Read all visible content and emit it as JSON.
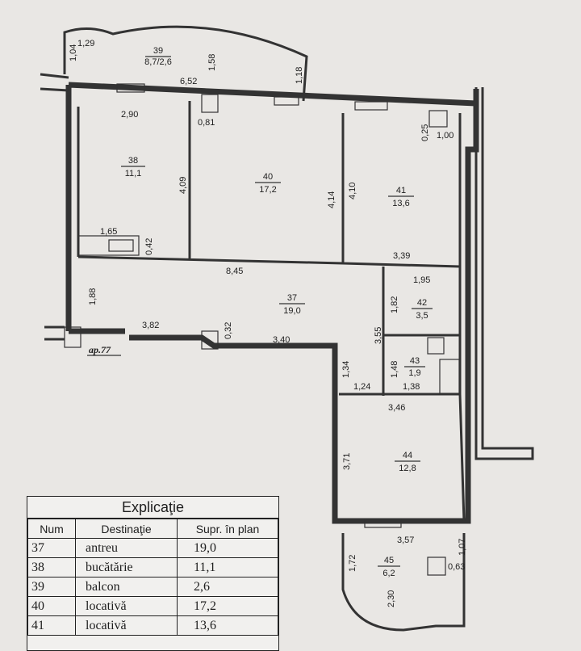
{
  "apartment_label": "ap.77",
  "rooms": [
    {
      "num": "39",
      "area": "8,7/2,6"
    },
    {
      "num": "38",
      "area": "11,1"
    },
    {
      "num": "40",
      "area": "17,2"
    },
    {
      "num": "41",
      "area": "13,6"
    },
    {
      "num": "37",
      "area": "19,0"
    },
    {
      "num": "42",
      "area": "3,5"
    },
    {
      "num": "43",
      "area": "1,9"
    },
    {
      "num": "44",
      "area": "12,8"
    },
    {
      "num": "45",
      "area": "6,2"
    }
  ],
  "dimensions": [
    "1,29",
    "1,04",
    "1,58",
    "1,18",
    "6,52",
    "2,90",
    "0,81",
    "0,25",
    "1,00",
    "4,09",
    "4,14",
    "4,10",
    "1,65",
    "0,42",
    "8,45",
    "3,39",
    "1,88",
    "1,95",
    "1,82",
    "3,82",
    "0,32",
    "3,40",
    "3,55",
    "1,34",
    "1,48",
    "1,24",
    "1,38",
    "3,46",
    "3,71",
    "3,57",
    "1,07",
    "1,72",
    "2,30",
    "0,63"
  ],
  "legend": {
    "title": "Explicaţie",
    "headers": [
      "Num",
      "Destinaţie",
      "Supr. în plan"
    ],
    "rows": [
      [
        "37",
        "antreu",
        "19,0"
      ],
      [
        "38",
        "bucătărie",
        "11,1"
      ],
      [
        "39",
        "balcon",
        "2,6"
      ],
      [
        "40",
        "locativă",
        "17,2"
      ],
      [
        "41",
        "locativă",
        "13,6"
      ]
    ]
  }
}
